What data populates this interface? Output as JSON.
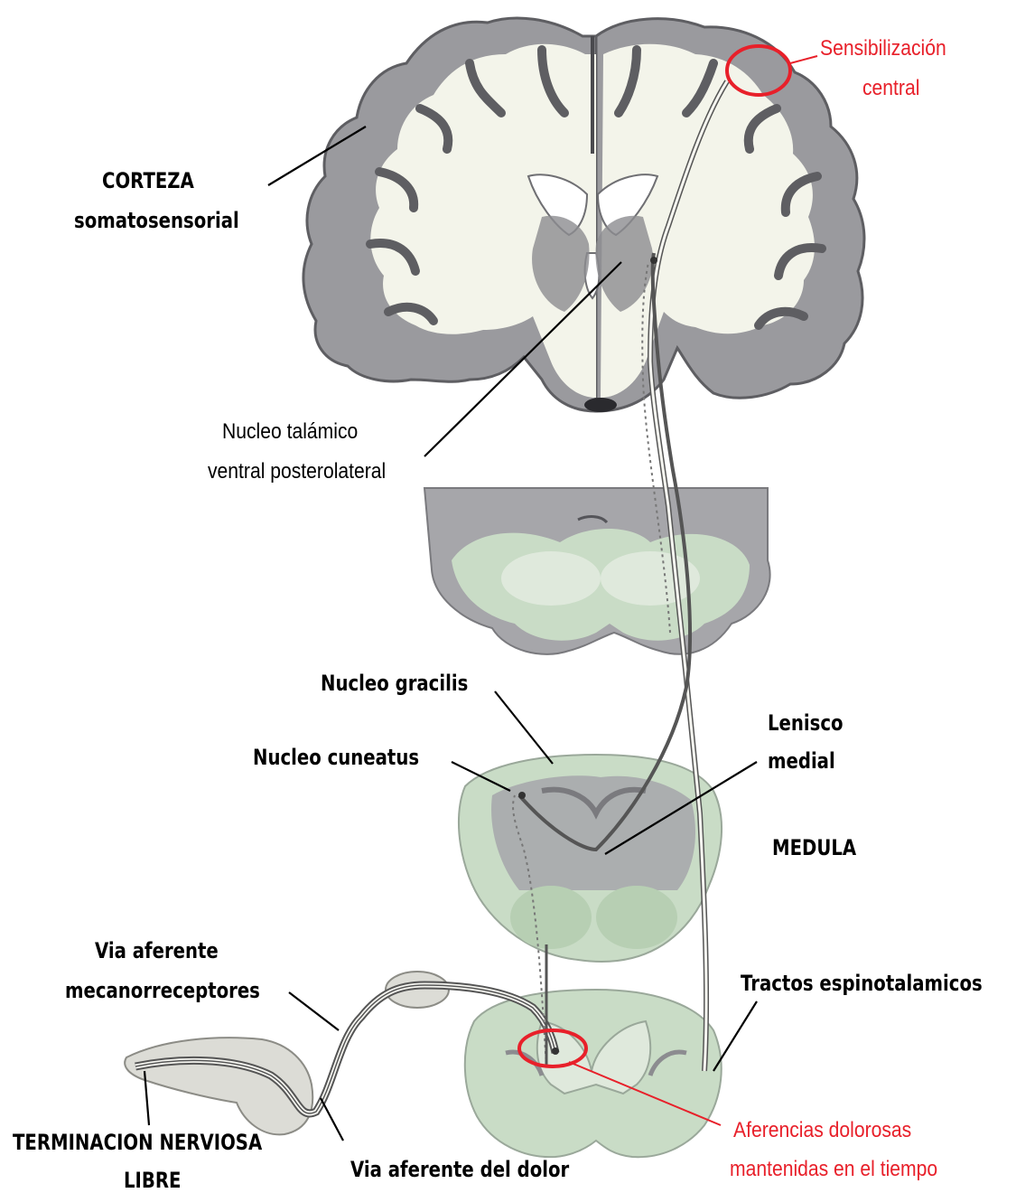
{
  "labels": {
    "sensibilizacion_1": "Sensibilización",
    "sensibilizacion_2": "central",
    "corteza_1": "CORTEZA",
    "corteza_2": "somatosensorial",
    "nucleo_talamico_1": "Nucleo talámico",
    "nucleo_talamico_2": "ventral posterolateral",
    "nucleo_gracilis": "Nucleo gracilis",
    "nucleo_cuneatus": "Nucleo cuneatus",
    "lenisco_1": "Lenisco",
    "lenisco_2": "medial",
    "medula": "MEDULA",
    "via_mecano_1": "Via aferente",
    "via_mecano_2": "mecanorreceptores",
    "tractos": "Tractos espinotalamicos",
    "terminacion_1": "TERMINACION NERVIOSA",
    "terminacion_2": "LIBRE",
    "via_dolor": "Via aferente del dolor",
    "aferencias_1": "Aferencias dolorosas",
    "aferencias_2": "mantenidas en el tiempo"
  },
  "colors": {
    "highlight": "#e8202a",
    "tissue_gray": "#9a9a9e",
    "tissue_dark": "#6f6f73",
    "white_matter": "#f3f4ea",
    "tissue_green": "#c9dcc6"
  }
}
